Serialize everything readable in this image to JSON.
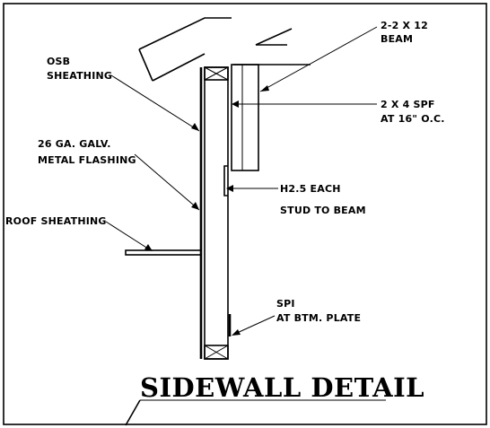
{
  "title": "SIDEWALL DETAIL",
  "labels": {
    "beam_line1": "2-2 X 12",
    "beam_line2": "BEAM",
    "stud_line1": "2 X 4 SPF",
    "stud_line2": "AT 16\" O.C.",
    "osb_line1": "OSB",
    "osb_line2": "SHEATHING",
    "flash_line1": "26 GA. GALV.",
    "flash_line2": "METAL FLASHING",
    "hanger_line1": "H2.5 EACH",
    "hanger_line2": "STUD TO BEAM",
    "roof": "ROOF SHEATHING",
    "nail_line1": "SPI",
    "nail_line2": "AT BTM. PLATE"
  },
  "colors": {
    "ink": "#000000",
    "paper": "#ffffff"
  }
}
